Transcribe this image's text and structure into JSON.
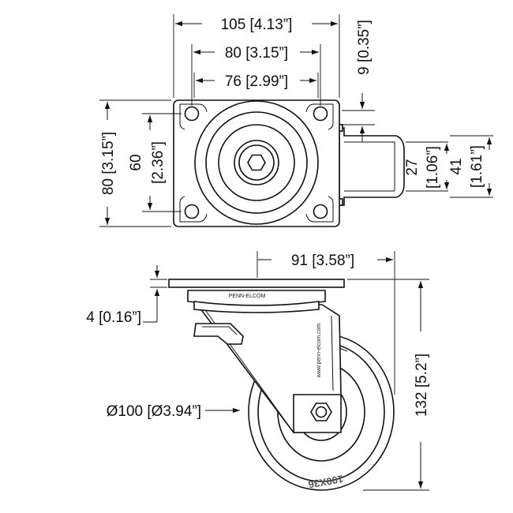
{
  "dimensions": {
    "top_width": "105 [4.13”]",
    "hole_spacing_x": "80 [3.15”]",
    "hole_spacing_inner": "76 [2.99”]",
    "plate_thickness_side": "9 [0.35”]",
    "plate_height": "80 [3.15”]",
    "hole_spacing_y_mm": "60",
    "hole_spacing_y_in": "[2.36”]",
    "wheel_width_mm": "27",
    "wheel_width_in": "[1.06”]",
    "hub_width_mm": "41",
    "hub_width_in": "[1.61”]",
    "swivel_radius": "91 [3.58”]",
    "plate_thickness": "4 [0.16”]",
    "wheel_diameter": "Ø100 [Ø3.94”]",
    "overall_height": "132 [5.2”]"
  },
  "markings": {
    "brand_plate": "PENN-ELCOM",
    "brand_fork": "www.penn-elcom.com",
    "tire_size": "100X36"
  },
  "colors": {
    "line": "#111111",
    "background": "#ffffff"
  }
}
